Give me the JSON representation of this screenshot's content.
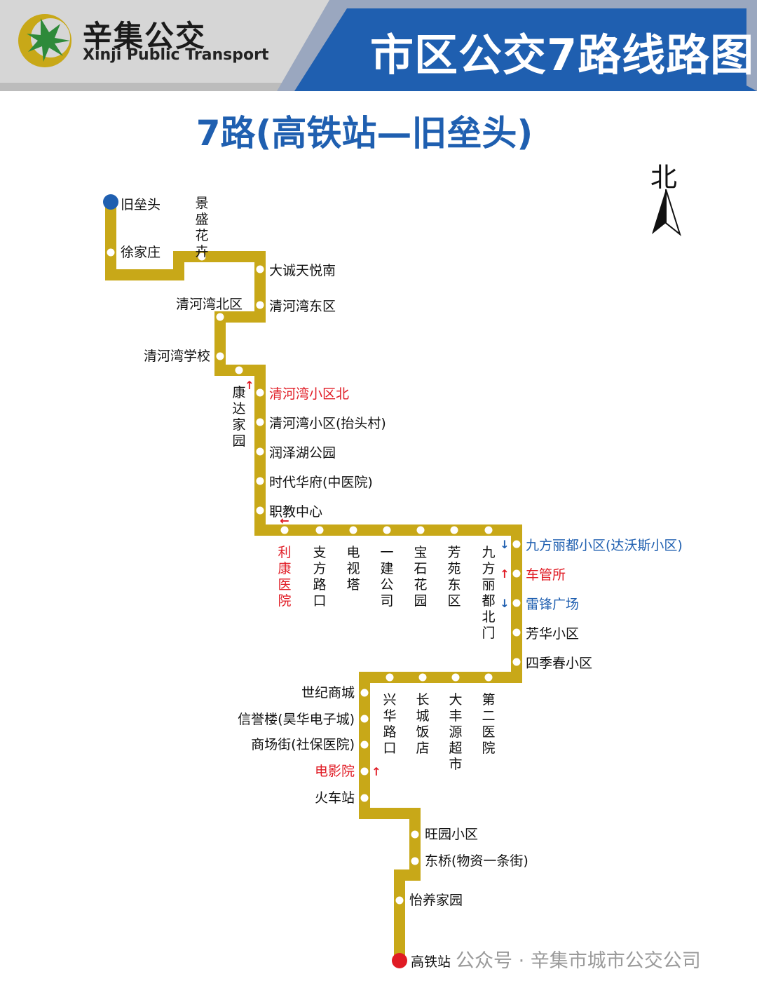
{
  "header": {
    "logo_cn": "辛集公交",
    "logo_en": "Xinji Public Transport",
    "title": "市区公交7路线路图"
  },
  "route": {
    "title": "7路(高铁站—旧垒头)",
    "line_color": "#c8a818",
    "terminal_start_color": "#1f5fb0",
    "terminal_end_color": "#e01b24",
    "one_way_color_red": "#e01b24",
    "one_way_color_blue": "#1f5fb0"
  },
  "north": {
    "label": "北",
    "icon": "north-arrow-icon"
  },
  "stops": [
    {
      "name": "旧垒头",
      "terminal": true
    },
    {
      "name": "徐家庄"
    },
    {
      "name": "景盛花卉"
    },
    {
      "name": "大诚天悦南"
    },
    {
      "name": "清河湾东区"
    },
    {
      "name": "清河湾北区"
    },
    {
      "name": "清河湾学校"
    },
    {
      "name": "康达家园"
    },
    {
      "name": "清河湾小区北",
      "one_way": "red",
      "arrow": "↑"
    },
    {
      "name": "清河湾小区(抬头村)"
    },
    {
      "name": "润泽湖公园"
    },
    {
      "name": "时代华府(中医院)"
    },
    {
      "name": "职教中心"
    },
    {
      "name": "利康医院",
      "one_way": "red",
      "arrow": "←"
    },
    {
      "name": "支方路口"
    },
    {
      "name": "电视塔"
    },
    {
      "name": "一建公司"
    },
    {
      "name": "宝石花园"
    },
    {
      "name": "芳苑东区"
    },
    {
      "name": "九方丽都北门"
    },
    {
      "name": "九方丽都小区(达沃斯小区)",
      "one_way": "blue",
      "arrow": "↓"
    },
    {
      "name": "车管所",
      "one_way": "red",
      "arrow": "↑"
    },
    {
      "name": "雷锋广场",
      "one_way": "blue",
      "arrow": "↓"
    },
    {
      "name": "芳华小区"
    },
    {
      "name": "四季春小区"
    },
    {
      "name": "第二医院"
    },
    {
      "name": "大丰源超市"
    },
    {
      "name": "长城饭店"
    },
    {
      "name": "兴华路口"
    },
    {
      "name": "世纪商城"
    },
    {
      "name": "信誉楼(昊华电子城)"
    },
    {
      "name": "商场街(社保医院)"
    },
    {
      "name": "电影院",
      "one_way": "red",
      "arrow": "↑"
    },
    {
      "name": "火车站"
    },
    {
      "name": "旺园小区"
    },
    {
      "name": "东桥(物资一条街)"
    },
    {
      "name": "怡养家园"
    },
    {
      "name": "高铁站",
      "terminal": true
    }
  ],
  "watermark": "公众号 · 辛集市城市公交公司"
}
